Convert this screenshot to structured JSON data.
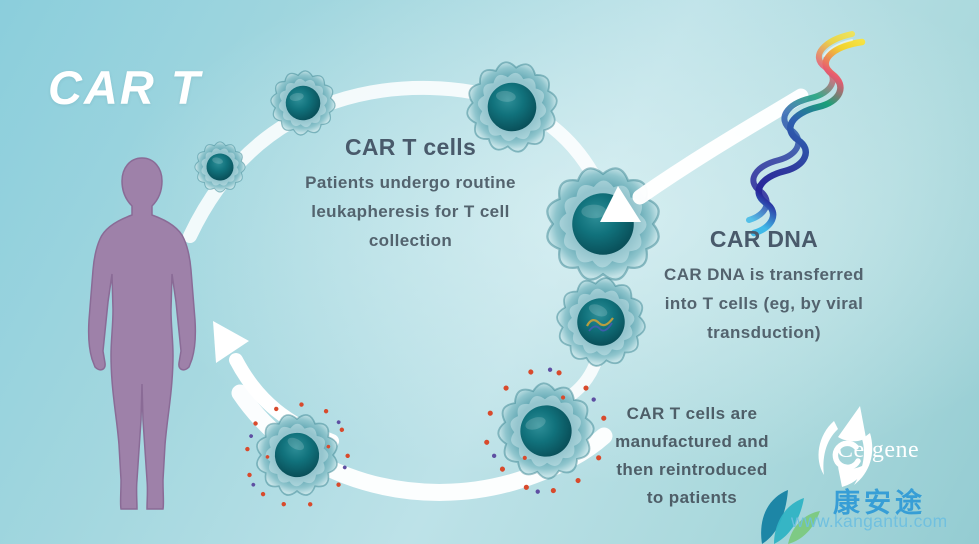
{
  "title": "CAR T",
  "steps": [
    {
      "id": "collection",
      "heading": "CAR T cells",
      "lines": [
        "Patients undergo routine",
        "leukapheresis for T cell",
        "collection"
      ]
    },
    {
      "id": "transduction",
      "heading": "CAR DNA",
      "lines": [
        "CAR DNA is transferred",
        "into T cells (eg, by viral",
        "transduction)"
      ]
    },
    {
      "id": "manufacture",
      "lines": [
        "CAR T cells are",
        "manufactured and",
        "then reintroduced",
        "to patients"
      ]
    }
  ],
  "branding": {
    "logo": "Celgene"
  },
  "watermark": {
    "name": "康安途",
    "url": "www.kangantu.com"
  },
  "icons": [
    "human-silhouette-icon",
    "t-cell-icon",
    "car-t-cell-icon",
    "dna-helix-icon",
    "arrow-to-cell-icon",
    "arrow-to-patient-icon",
    "celgene-logo-icon",
    "leaf-decoration-icon"
  ],
  "colors": {
    "background_cyan": "#8bcedc",
    "cell_membrane": "#5fa5b1",
    "cell_nucleus": "#0e6a74",
    "receptor_red": "#d84a2c",
    "human_mauve": "#9e81a9",
    "heading_text": "#495a6b",
    "body_text": "#53636e",
    "arrow_white": "#ffffff",
    "watermark_blue": "#2f9ad6",
    "watermark_url_blue": "#6fc0e0"
  }
}
